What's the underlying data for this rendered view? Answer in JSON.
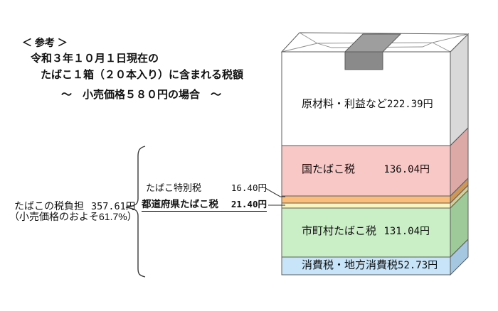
{
  "header": {
    "reference_label": "＜ 参考 ＞",
    "line1": "令和３年１０月１日現在の",
    "line2": "たばこ１箱（２０本入り）に含まれる税額",
    "line3": "〜　小売価格５８０円の場合　〜"
  },
  "total": {
    "label": "たばこの税負担",
    "value": "357.61円",
    "note": "（小売価格のおよそ61.7%）"
  },
  "pack": {
    "top_color": "#FFFFFF",
    "stamp": {
      "top": "#9E9E9E",
      "front": "#8A8A8A"
    },
    "sections": [
      {
        "id": "raw-materials-profit",
        "label": "原材料・利益など",
        "value": "222.39円",
        "front": "#FFFFFF",
        "side": "#D9D9D9"
      },
      {
        "id": "national-tobacco-tax",
        "label": "国たばこ税",
        "value": "136.04円",
        "front": "#F8C8C6",
        "side": "#DCA9A7"
      },
      {
        "id": "special-tobacco-tax",
        "label": "たばこ特別税",
        "value": "16.40円",
        "front": "#F9BE7D",
        "side": "#CE9659"
      },
      {
        "id": "prefectural-tobacco-tax",
        "label": "都道府県たばこ税",
        "value": "21.40円",
        "front": "#FCF5BB",
        "side": "#D6CF93"
      },
      {
        "id": "municipal-tobacco-tax",
        "label": "市町村たばこ税",
        "value": "131.04円",
        "front": "#CAEFC6",
        "side": "#9ECA99"
      },
      {
        "id": "consumption-tax",
        "label": "消費税・地方消費税",
        "value": "52.73円",
        "front": "#C7E4F8",
        "side": "#A5C7E0"
      }
    ]
  },
  "chart_data": {
    "type": "bar",
    "subtype": "single stacked column drawn as cigarette pack",
    "title": "たばこ１箱（２０本入り）に含まれる税額（小売価格５８０円の場合）",
    "categories": [
      "原材料・利益など",
      "国たばこ税",
      "たばこ特別税",
      "都道府県たばこ税",
      "市町村たばこ税",
      "消費税・地方消費税"
    ],
    "values": [
      222.39,
      136.04,
      16.4,
      21.4,
      131.04,
      52.73
    ],
    "unit": "円",
    "total_price": 580,
    "tax_total": 357.61,
    "tax_share_of_price": "61.7%",
    "legend_position": "labels inside segments"
  }
}
